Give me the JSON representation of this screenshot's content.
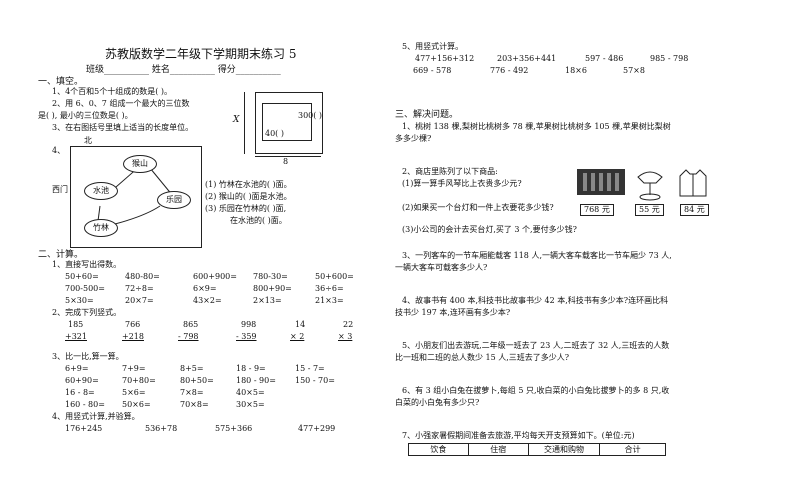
{
  "header": {
    "title": "苏教版数学二年级下学期期末练习 5",
    "fields": "班级__________ 姓名__________ 得分__________"
  },
  "section1": {
    "heading": "一、填空。",
    "q1": "1、4个百和5个十组成的数是(      )。",
    "q2a": "2、用 6、0、7 组成一个最大的三位数",
    "q2b": "是(      ), 最小的三位数是(      )。",
    "q3": "3、在右图括号里填上适当的长度单位。",
    "q4": "4、",
    "diagram": {
      "label_x": "X",
      "label_300": "300(   )",
      "label_40": "40(   )",
      "label_8": "8",
      "north": "北",
      "xi_men": "西门",
      "hou_shan": "猴山",
      "shui_chi": "水池",
      "le_yuan": "乐园",
      "zhu_lin": "竹林"
    },
    "q4_1": "(1) 竹林在水池的(    )面。",
    "q4_2": "(2) 猴山的(    )面是水池。",
    "q4_3": "(3) 乐园在竹林的(    )面,",
    "q4_4": "在水池的(    )面。"
  },
  "section2": {
    "heading": "二、计算。",
    "p1": "1、直接写出得数。",
    "direct": [
      [
        "50+60=",
        "480-80=",
        "600+900=",
        "780-30=",
        "50+600="
      ],
      [
        "700-500=",
        "72÷8=",
        "6×9=",
        "800+90=",
        "36÷6="
      ],
      [
        "5×30=",
        "20×7=",
        "43×2=",
        "2×13=",
        "21×3="
      ]
    ],
    "p2": "2、完成下列竖式。",
    "vertical_top": [
      "185",
      "766",
      "865",
      "998",
      "14",
      "22"
    ],
    "vertical_bottom": [
      "+321",
      "+218",
      "- 798",
      "- 359",
      "× 2",
      "×  3"
    ],
    "p3": "3、比一比,算一算。",
    "compare": [
      [
        "6+9=",
        "7+9=",
        "8+5=",
        "18 - 9=",
        "15 - 7="
      ],
      [
        "60+90=",
        "70+80=",
        "80+50=",
        "180 - 90=",
        "150 - 70="
      ],
      [
        "16 - 8=",
        "5×6=",
        "7×8=",
        "40×5="
      ],
      [
        "160 - 80=",
        "50×6=",
        "70×8=",
        "30×5="
      ]
    ],
    "p4": "4、用竖式计算,并验算。",
    "verify": [
      "176+245",
      "536+78",
      "575+366",
      "477+299"
    ]
  },
  "right": {
    "p5": "5、用竖式计算。",
    "p5_row1": [
      "477+156+312",
      "203+356+441",
      "597 - 486",
      "985 - 798"
    ],
    "p5_row2": [
      "669 - 578",
      "776 - 492",
      "18×6",
      "57×8"
    ],
    "heading3": "三、解决问题。",
    "q1a": "1、桃树 138 棵,梨树比桃树多 78 棵,苹果树比桃树多 105 棵,苹果树比梨树",
    "q1b": "多多少棵?",
    "q2": "2、商店里陈列了以下商品:",
    "q2_1": "(1)算一算手风琴比上衣贵多少元?",
    "q2_2": "(2)如果买一个台灯和一件上衣要花多少钱?",
    "q2_3": "(3)小公司的会计去买台灯,买了 3 个,要付多少钱?",
    "tag_accordion": "768 元",
    "tag_lamp": "55 元",
    "tag_coat": "84 元",
    "q3a": "3、一列客车的一节车厢能载客 118 人,一辆大客车载客比一节车厢少 73 人,",
    "q3b": "一辆大客车可载客多少人?",
    "q4a": "4、故事书有 400 本,科技书比故事书少 42 本,科技书有多少本?连环画比科",
    "q4b": "技书少 197 本,连环画有多少本?",
    "q5a": "5、小朋友们出去游玩,二年级一班去了 23 人,二班去了 32 人,三班去的人数",
    "q5b": "比一班和二班的总人数少 15 人,三班去了多少人?",
    "q6a": "6、有 3 组小白兔在拔萝卜,每组 5 只,收白菜的小白兔比拔萝卜的多 8 只,收",
    "q6b": "白菜的小白兔有多少只?",
    "q7": "7、小强家暑假期间准备去旅游,平均每天开支预算如下。(单位:元)",
    "table_headers": [
      "饮食",
      "住宿",
      "交通和购物",
      "合计"
    ]
  }
}
